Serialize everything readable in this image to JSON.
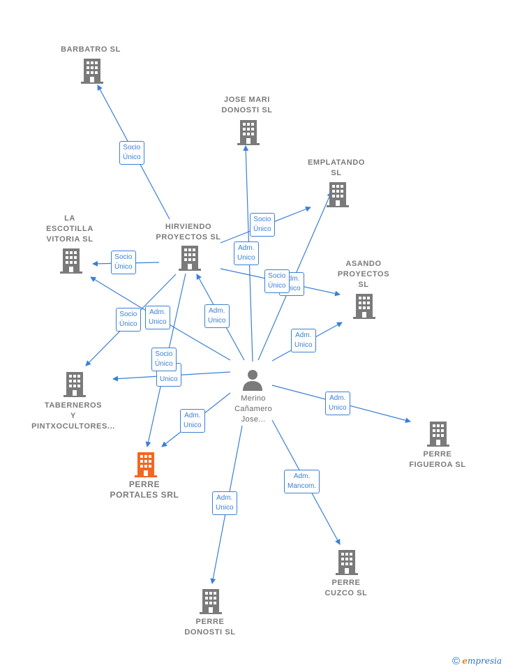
{
  "colors": {
    "edge": "#3a7fd5",
    "building": "#7a7a7a",
    "highlight": "#f26722"
  },
  "center": {
    "name": "Merino\nCañamero\nJose...",
    "icon": "person-icon"
  },
  "nodes": {
    "barbatro": "BARBATRO  SL",
    "jose_mari": "JOSE MARI\nDONOSTI  SL",
    "emplatando": "EMPLATANDO\nSL",
    "hirviendo": "HIRVIENDO\nPROYECTOS SL",
    "escotilla": "LA\nESCOTILLA\nVITORIA  SL",
    "asando": "ASANDO\nPROYECTOS\nSL",
    "taberneros": "TABERNEROS\nY\nPINTXOCULTORES...",
    "perre_portales": "PERRE\nPORTALES SRL",
    "perre_figueroa": "PERRE\nFIGUEROA  SL",
    "perre_cuzco": "PERRE\nCUZCO  SL",
    "perre_donosti": "PERRE\nDONOSTI  SL"
  },
  "relations": {
    "socio_barbatro": "Socio\nÚnico",
    "socio_emplatando": "Socio\nÚnico",
    "adm_jose_mari": "Adm.\nUnico",
    "socio_escotilla": "Socio\nÚnico",
    "adm_asando_behind": "Adm.\nUnico",
    "socio_asando": "Socio\nÚnico",
    "adm_hirviendo": "Adm.\nUnico",
    "socio_taberneros_upper": "Socio\nÚnico",
    "adm_taberneros_upper": "Adm.\nUnico",
    "adm_asando": "Adm.\nUnico",
    "socio_portales": "Socio\nÚnico",
    "adm_taberneros_lower": "Adm.\nUnico",
    "adm_portales": "Adm.\nUnico",
    "adm_figueroa": "Adm.\nUnico",
    "adm_cuzco": "Adm.\nMancom.",
    "adm_donosti": "Adm.\nUnico"
  },
  "footer": {
    "copyright": "©",
    "brand_initial": "e",
    "brand_rest": "mpresia"
  }
}
